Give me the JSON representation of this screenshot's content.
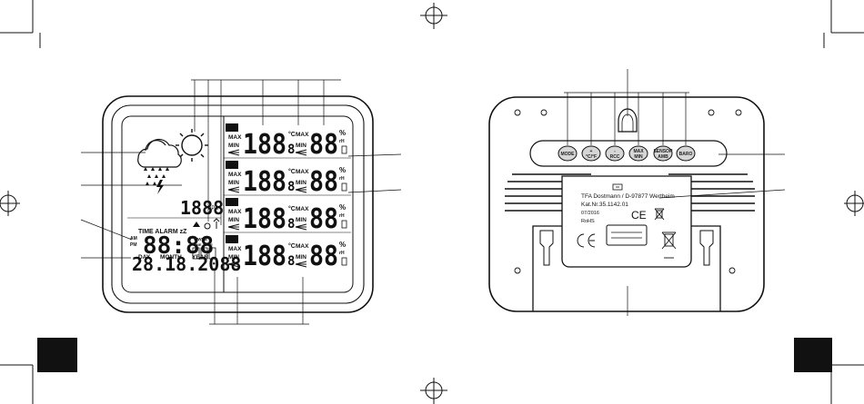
{
  "front": {
    "sensor_rows": [
      {
        "badge": "IN",
        "max": "MAX",
        "min": "MIN",
        "temp": "188",
        "temp_dec": "8",
        "unit_c": "°C",
        "hum": "88",
        "unit_h": "%",
        "rh": "rH"
      },
      {
        "badge": "1",
        "max": "MAX",
        "min": "MIN",
        "temp": "188",
        "temp_dec": "8",
        "unit_c": "°C",
        "hum": "88",
        "unit_h": "%",
        "rh": "rH"
      },
      {
        "badge": "2",
        "max": "MAX",
        "min": "MIN",
        "temp": "188",
        "temp_dec": "8",
        "unit_c": "°C",
        "hum": "88",
        "unit_h": "%",
        "rh": "rH"
      },
      {
        "badge": "1",
        "max": "MAX",
        "min": "MIN",
        "temp": "188",
        "temp_dec": "8",
        "unit_c": "°C",
        "hum": "88",
        "unit_h": "%",
        "rh": "rH"
      }
    ],
    "pressure": "1888",
    "pressure_unit": "hPa",
    "time_alarm": "TIME ALARM zZ",
    "am": "AM",
    "pm": "PM",
    "clock": "88:88",
    "wwvb": "WWVB",
    "time_zone": "TIME ZONE",
    "day": "DAY",
    "month": "MONTH",
    "year": "YEAR",
    "date": "28.18.2088"
  },
  "back": {
    "buttons": [
      {
        "label": "MODE",
        "sub": ""
      },
      {
        "label": "+",
        "sub": "°C/°F"
      },
      {
        "label": "-",
        "sub": "RCC"
      },
      {
        "label": "MAX",
        "sub": "MIN"
      },
      {
        "label": "SENSOR",
        "sub": "AMB"
      },
      {
        "label": "BARO",
        "sub": ""
      }
    ],
    "label_lines": [
      "TFA Dostmann / D-97877 Wertheim",
      "Kat.Nr.35.1142.01",
      "07/2016",
      "RoHS"
    ],
    "ce": "CE"
  },
  "colors": {
    "ink": "#111111",
    "page_box": "#111111",
    "button_fill": "#d6d6d6"
  }
}
